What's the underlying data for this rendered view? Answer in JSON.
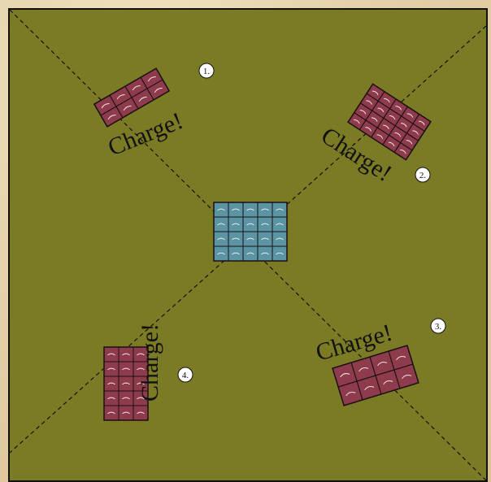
{
  "map": {
    "ground_color": "#7b7a25",
    "border_color": "#111111"
  },
  "colors": {
    "enemy_unit": "#8e3b4b",
    "player_unit": "#5b94a3",
    "unit_stroke": "#1a1014",
    "dash_line": "#111111"
  },
  "units": {
    "center": {
      "label": "",
      "cols": 5,
      "rows": 4
    },
    "unit_1": {
      "cols": 4,
      "rows": 2
    },
    "unit_2": {
      "cols": 5,
      "rows": 4
    },
    "unit_3": {
      "cols": 4,
      "rows": 2
    },
    "unit_4": {
      "cols": 3,
      "rows": 5
    }
  },
  "labels": {
    "charge_1": "Charge!",
    "charge_2": "Charge!",
    "charge_3": "Charge!",
    "charge_4": "Charge!",
    "num_1": "1.",
    "num_2": "2.",
    "num_3": "3.",
    "num_4": "4."
  }
}
